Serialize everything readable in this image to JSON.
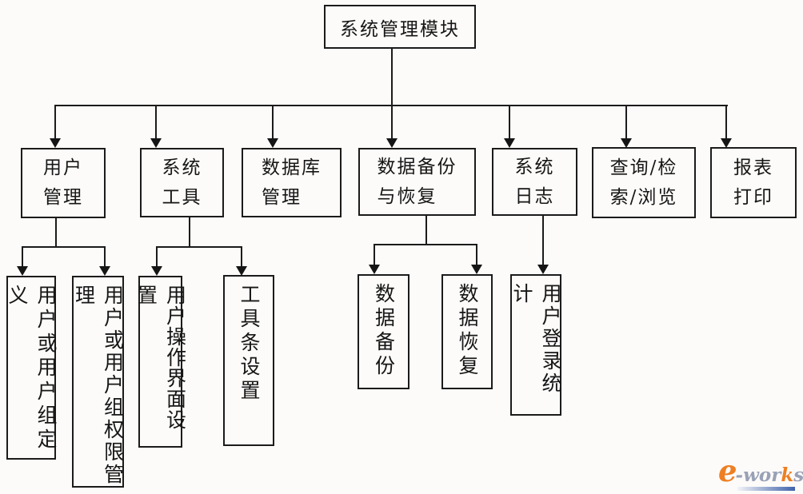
{
  "diagram_title": "系统管理模块",
  "nodes": {
    "root": "系统管理模块",
    "user_mgmt": "用户\n管理",
    "sys_tools": "系统\n工具",
    "db_mgmt": "数据库\n管理",
    "backup_restore": "数据备份\n与恢复",
    "sys_log": "系统\n日志",
    "query_browse": "查询/检\n索/浏览",
    "report_print": "报表\n打印",
    "user_group_def": "用户或用户组定义",
    "user_group_perm": "用户或用户组权限管理",
    "ui_settings": "用户操作界面设置",
    "toolbar_settings": "工具条设置",
    "data_backup": "数据备份",
    "data_restore": "数据恢复",
    "login_stats": "用户登录统计"
  },
  "edges": [
    {
      "from": "系统管理模块",
      "to": [
        "用户管理",
        "系统工具",
        "数据库管理",
        "数据备份与恢复",
        "系统日志",
        "查询/检索/浏览",
        "报表打印"
      ]
    },
    {
      "from": "用户管理",
      "to": [
        "用户或用户组定义",
        "用户或用户组权限管理"
      ]
    },
    {
      "from": "系统工具",
      "to": [
        "用户操作界面设置",
        "工具条设置"
      ]
    },
    {
      "from": "数据备份与恢复",
      "to": [
        "数据备份",
        "数据恢复"
      ]
    },
    {
      "from": "系统日志",
      "to": [
        "用户登录统计"
      ]
    }
  ],
  "watermark": {
    "e": "e",
    "mid": "-wor",
    "k": "k",
    "s": "s"
  },
  "colors": {
    "line": "#1b1b1b",
    "background": "#fcfbf9",
    "logo_orange": "#ee7f22",
    "logo_gray": "#99a1b6",
    "logo_bar_blue": "#3f63ad"
  }
}
